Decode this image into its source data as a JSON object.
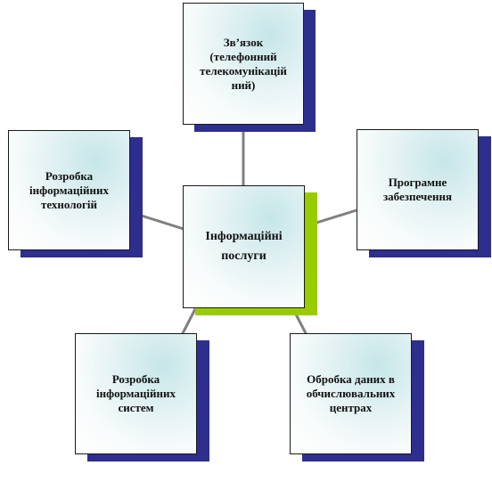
{
  "colors": {
    "shadow": "#2e2e8e",
    "center_shadow": "#99cc00",
    "connector": "#808080",
    "border": "#1a1a1a"
  },
  "diagram": {
    "center": {
      "line1": "Інформаційні",
      "line2": "послуги"
    },
    "nodes": {
      "top": {
        "lines": [
          "Зв’язок",
          "(телефонний",
          "телекомунікацій",
          "ний)"
        ]
      },
      "right": {
        "lines": [
          "Програмне",
          "забезпечення"
        ]
      },
      "left": {
        "lines": [
          "Розробка",
          "інформаційних",
          "технологій"
        ]
      },
      "bottom_left": {
        "lines": [
          "Розробка",
          "інформаційних",
          "систем"
        ]
      },
      "bottom_right": {
        "lines": [
          "Обробка даних в",
          "обчислювальних",
          "центрах"
        ]
      }
    }
  }
}
